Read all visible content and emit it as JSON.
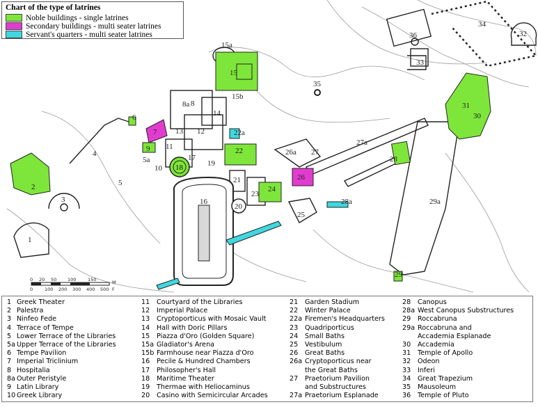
{
  "legend": {
    "title": "Chart of the type of latrines",
    "items": [
      {
        "label": "Noble buildings - single latrines",
        "color": "#7ee63a"
      },
      {
        "label": "Secondary buildings - multi seater latrines",
        "color": "#e23ccf"
      },
      {
        "label": "Servant's quarters - multi seater latrines",
        "color": "#3fd8e0"
      }
    ]
  },
  "scale": {
    "top_ticks": [
      "0",
      "20",
      "50",
      "100",
      "150"
    ],
    "top_unit": "M",
    "bottom_ticks": [
      "0",
      "100",
      "200",
      "300",
      "400",
      "500"
    ],
    "bottom_unit": "F"
  },
  "map_labels": {
    "l1": "1",
    "l2": "2",
    "l3": "3",
    "l4": "4",
    "l5": "5",
    "l5a": "5a",
    "l6": "6",
    "l7": "7",
    "l8": "8",
    "l8a": "8a",
    "l9": "9",
    "l10": "10",
    "l11": "11",
    "l12": "12",
    "l13": "13",
    "l14": "14",
    "l15": "15",
    "l15a": "15a",
    "l15b": "15b",
    "l16": "16",
    "l17": "17",
    "l18": "18",
    "l19": "19",
    "l20": "20",
    "l21": "21",
    "l22": "22",
    "l22a": "22a",
    "l23": "23",
    "l24": "24",
    "l25": "25",
    "l26": "26",
    "l26a": "26a",
    "l27": "27",
    "l27a": "27a",
    "l28": "28",
    "l28a": "28a",
    "l29": "29",
    "l29a": "29a",
    "l30": "30",
    "l31": "31",
    "l32": "32",
    "l33": "33",
    "l34": "34",
    "l35": "35",
    "l36": "36"
  },
  "key": {
    "col1": [
      {
        "n": "1",
        "t": "Greek Theater"
      },
      {
        "n": "2",
        "t": "Palestra"
      },
      {
        "n": "3",
        "t": "Ninfeo Fede"
      },
      {
        "n": "4",
        "t": "Terrace of Tempe"
      },
      {
        "n": "5",
        "t": "Lower Terrace of the Libraries"
      },
      {
        "n": "5a",
        "t": "Upper Terrace of the Libraries"
      },
      {
        "n": "6",
        "t": "Tempe Pavilion"
      },
      {
        "n": "7",
        "t": "Imperial Triclinium"
      },
      {
        "n": "8",
        "t": "Hospitalia"
      },
      {
        "n": "8a",
        "t": "Outer Peristyle"
      },
      {
        "n": "9",
        "t": "Latin Library"
      },
      {
        "n": "10",
        "t": "Greek Library"
      }
    ],
    "col2": [
      {
        "n": "11",
        "t": "Courtyard of the Libraries"
      },
      {
        "n": "12",
        "t": "Imperial Palace"
      },
      {
        "n": "13",
        "t": "Cryptoporticus with Mosaic Vault"
      },
      {
        "n": "14",
        "t": "Hall with Doric Pillars"
      },
      {
        "n": "15",
        "t": "Piazza d'Oro (Golden Square)"
      },
      {
        "n": "15a",
        "t": "Gladiator's Arena"
      },
      {
        "n": "15b",
        "t": "Farmhouse near Piazza d'Oro"
      },
      {
        "n": "16",
        "t": "Pecile & Hundred Chambers"
      },
      {
        "n": "17",
        "t": "Philosopher's Hall"
      },
      {
        "n": "18",
        "t": "Maritime Theater"
      },
      {
        "n": "19",
        "t": "Thermae with Heliocaminus"
      },
      {
        "n": "20",
        "t": "Casino with Semicircular Arcades"
      }
    ],
    "col3": [
      {
        "n": "21",
        "t": "Garden Stadium"
      },
      {
        "n": "22",
        "t": "Winter Palace"
      },
      {
        "n": "22a",
        "t": "Firemen's Headquarters"
      },
      {
        "n": "23",
        "t": "Quadriporticus"
      },
      {
        "n": "24",
        "t": "Small Baths"
      },
      {
        "n": "25",
        "t": "Vestibulum"
      },
      {
        "n": "26",
        "t": "Great Baths"
      },
      {
        "n": "26a",
        "t": "Cryptoporticus near"
      },
      {
        "n": "",
        "t": "the Great Baths"
      },
      {
        "n": "27",
        "t": "Praetorium Pavilion"
      },
      {
        "n": "",
        "t": "and Substructures"
      },
      {
        "n": "27a",
        "t": "Praetorium Esplanade"
      }
    ],
    "col4": [
      {
        "n": "28",
        "t": "Canopus"
      },
      {
        "n": "28a",
        "t": "West Canopus Substructures"
      },
      {
        "n": "29",
        "t": "Roccabruna"
      },
      {
        "n": "29a",
        "t": "Roccabruna and"
      },
      {
        "n": "",
        "t": "Accademia Esplanade"
      },
      {
        "n": "30",
        "t": "Accademia"
      },
      {
        "n": "31",
        "t": "Temple of Apollo"
      },
      {
        "n": "32",
        "t": "Odeon"
      },
      {
        "n": "33",
        "t": "Inferi"
      },
      {
        "n": "34",
        "t": "Great Trapezium"
      },
      {
        "n": "35",
        "t": "Mausoleum"
      },
      {
        "n": "36",
        "t": "Temple of Pluto"
      }
    ]
  }
}
